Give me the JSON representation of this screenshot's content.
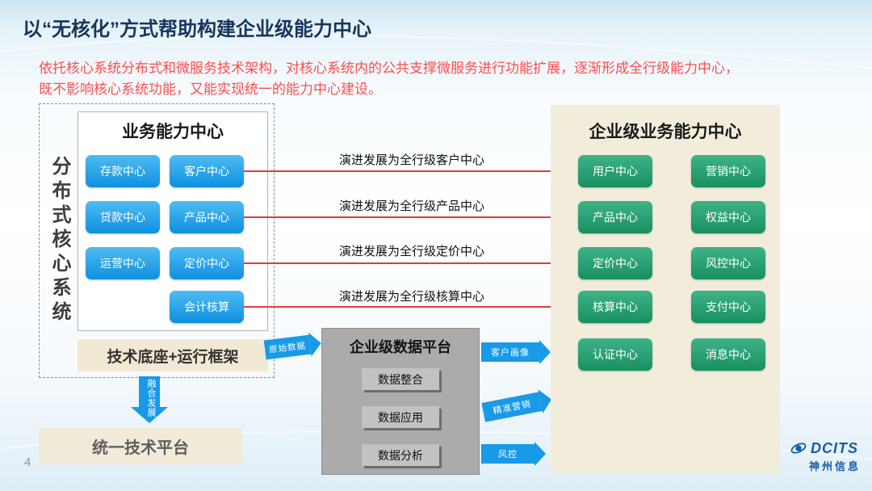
{
  "slide": {
    "title": "以“无核化”方式帮助构建企业级能力中心",
    "subtitle": "依托核心系统分布式和微服务技术架构，对核心系统内的公共支撑微服务进行功能扩展，逐渐形成全行级能力中心，\n既不影响核心系统功能，又能实现统一的能力中心建设。",
    "page_number": "4"
  },
  "core_system": {
    "vertical_label": "分布式核心系统",
    "business_center_title": "业务能力中心",
    "centers": [
      "存款中心",
      "客户中心",
      "贷款中心",
      "产品中心",
      "运营中心",
      "定价中心",
      "会计核算"
    ],
    "tech_base": "技术底座+运行框架",
    "fusion_arrow_label": "融合发展",
    "unified_platform": "统一技术平台"
  },
  "evolution": {
    "labels": [
      "演进发展为全行级客户中心",
      "演进发展为全行级产品中心",
      "演进发展为全行级定价中心",
      "演进发展为全行级核算中心"
    ]
  },
  "data_platform": {
    "title": "企业级数据平台",
    "items": [
      "数据整合",
      "数据应用",
      "数据分析"
    ],
    "input_arrow_label": "原始数据",
    "output_arrow_labels": [
      "客户画像",
      "精准营销",
      "风控"
    ]
  },
  "enterprise_center": {
    "title": "企业级业务能力中心",
    "centers": [
      "用户中心",
      "营销中心",
      "产品中心",
      "权益中心",
      "定价中心",
      "风控中心",
      "核算中心",
      "支付中心",
      "认证中心",
      "消息中心"
    ]
  },
  "footer": {
    "logo_text": "DCITS",
    "logo_cn": "神州信息"
  },
  "colors": {
    "blue_button": "#149BEA",
    "green_button": "#23996E",
    "red_arrow": "#E23B3B",
    "beige_panel": "#F2EDDB",
    "gray_panel": "#ABABAB",
    "title_navy": "#17365D",
    "subtitle_red": "#FF4D4D"
  }
}
